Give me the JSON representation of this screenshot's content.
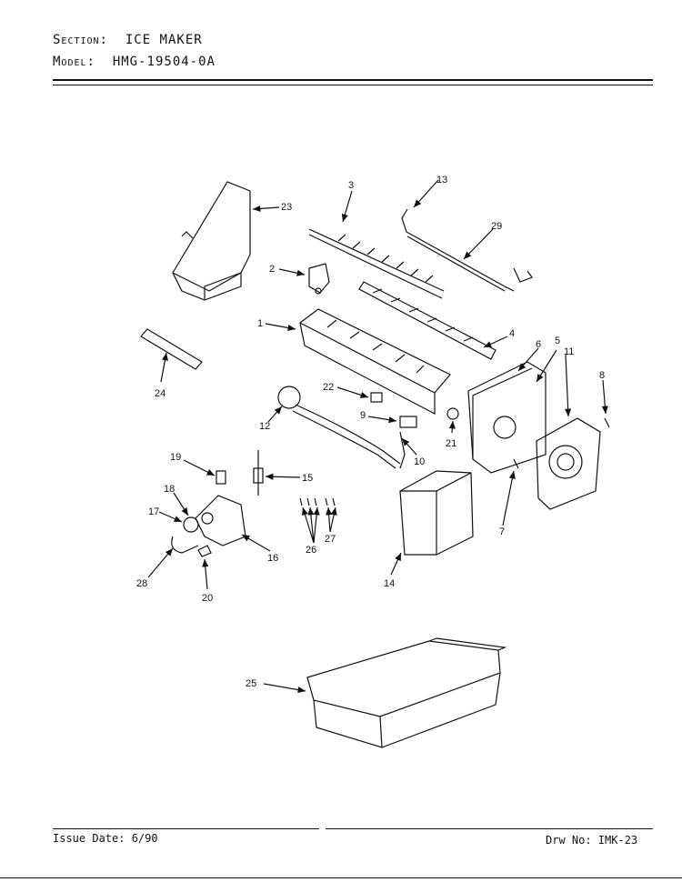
{
  "header": {
    "section_label": "Section:",
    "section_value": "ICE MAKER",
    "model_label": "Model:",
    "model_value": "HMG-19504-0A"
  },
  "footer": {
    "issue": "Issue Date: 6/90",
    "drawing": "Drw No: IMK-23"
  },
  "callouts": [
    {
      "id": "p1",
      "label": "1"
    },
    {
      "id": "p2",
      "label": "2"
    },
    {
      "id": "p3",
      "label": "3"
    },
    {
      "id": "p4",
      "label": "4"
    },
    {
      "id": "p5",
      "label": "5"
    },
    {
      "id": "p6",
      "label": "6"
    },
    {
      "id": "p7",
      "label": "7"
    },
    {
      "id": "p8",
      "label": "8"
    },
    {
      "id": "p9",
      "label": "9"
    },
    {
      "id": "p10",
      "label": "10"
    },
    {
      "id": "p11",
      "label": "11"
    },
    {
      "id": "p12",
      "label": "12"
    },
    {
      "id": "p13",
      "label": "13"
    },
    {
      "id": "p14",
      "label": "14"
    },
    {
      "id": "p15",
      "label": "15"
    },
    {
      "id": "p16",
      "label": "16"
    },
    {
      "id": "p17",
      "label": "17"
    },
    {
      "id": "p18",
      "label": "18"
    },
    {
      "id": "p19",
      "label": "19"
    },
    {
      "id": "p20",
      "label": "20"
    },
    {
      "id": "p21",
      "label": "21"
    },
    {
      "id": "p22",
      "label": "22"
    },
    {
      "id": "p23",
      "label": "23"
    },
    {
      "id": "p24",
      "label": "24"
    },
    {
      "id": "p25",
      "label": "25"
    },
    {
      "id": "p26",
      "label": "26"
    },
    {
      "id": "p27",
      "label": "27"
    },
    {
      "id": "p28",
      "label": "28"
    },
    {
      "id": "p29",
      "label": "29"
    }
  ]
}
